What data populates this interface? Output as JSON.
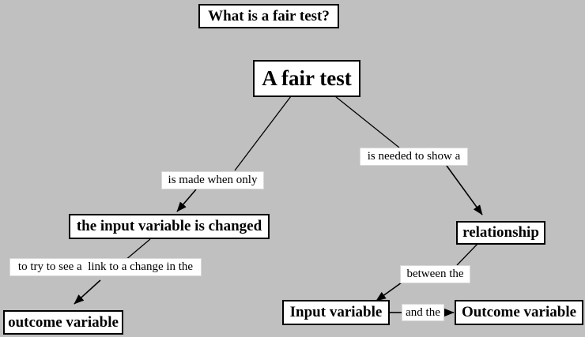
{
  "diagram": {
    "title": "What is a fair test?",
    "background_color": "#c0c0c0",
    "box_fill": "#ffffff",
    "line_color": "#000000",
    "nodes": {
      "title": "What is a fair test?",
      "root": "A fair test",
      "input_changed": "the input variable is changed",
      "outcome_variable": "outcome variable",
      "relationship": "relationship",
      "input_variable": "Input variable",
      "outcome_variable_right": "Outcome variable"
    },
    "link_phrases": {
      "is_made_when_only": "is made when only",
      "is_needed_to_show_a": "is needed to show a",
      "to_try_to_see": "to try to see a  link to a change in the",
      "between_the": "between the",
      "and_the": "and the"
    }
  }
}
